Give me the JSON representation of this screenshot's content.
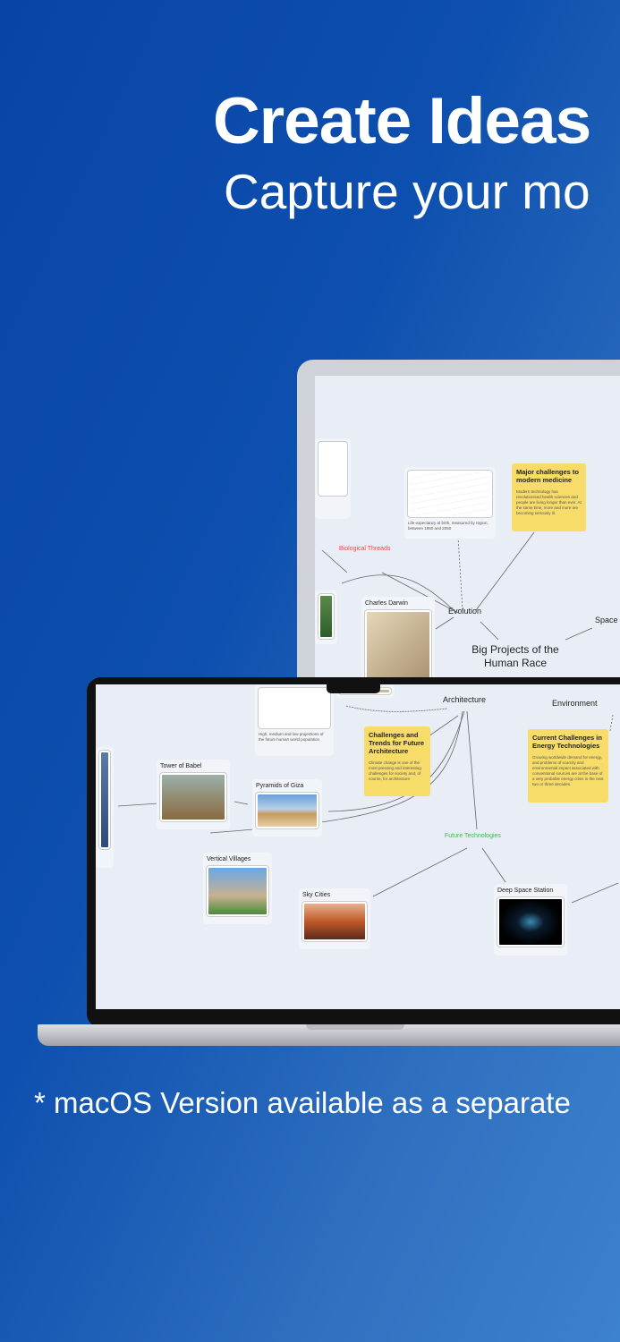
{
  "headline": "Create Ideas",
  "subheadline": "Capture your mo",
  "footnote": "* macOS Version available as a separate",
  "colors": {
    "background": "#0d4fae",
    "canvas": "#e9eef6",
    "note": "#f7dc6a",
    "red_topic": "#f04646",
    "green_topic": "#2ec43a"
  },
  "mindmap": {
    "central": "Big Projects of the Human Race",
    "topics": {
      "evolution": "Evolution",
      "space": "Space",
      "architecture": "Architecture",
      "environment": "Environment",
      "biological": "Biological Threads",
      "future": "Future Technologies"
    },
    "chart_caption": "Life expectancy at birth, measured by region, between 1950 and 2050",
    "population_caption": "High, medium and low projections of the future human world population",
    "notes": [
      {
        "title": "Major challenges to modern medicine",
        "body": "Modern technology has revolutionised health sciences and people are living longer than ever. At the same time, more and more are becoming seriously ill."
      },
      {
        "title": "Challenges and Trends for Future Architecture",
        "body": "Climate change is one of the most pressing and interesting challenges for society and, of course, for architecture"
      },
      {
        "title": "Current Challenges in Energy Technologies",
        "body": "Growing worldwide demand for energy, and problems of scarcity and environmental impact associated with conventional sources are at the base of a very probable energy crisis in the next two or three decades."
      }
    ],
    "image_cards": {
      "darwin": "Charles Darwin",
      "babel": "Tower of Babel",
      "giza": "Pyramids of Giza",
      "villages": "Vertical Villages",
      "sky": "Sky Cities",
      "station": "Deep Space Station"
    }
  }
}
